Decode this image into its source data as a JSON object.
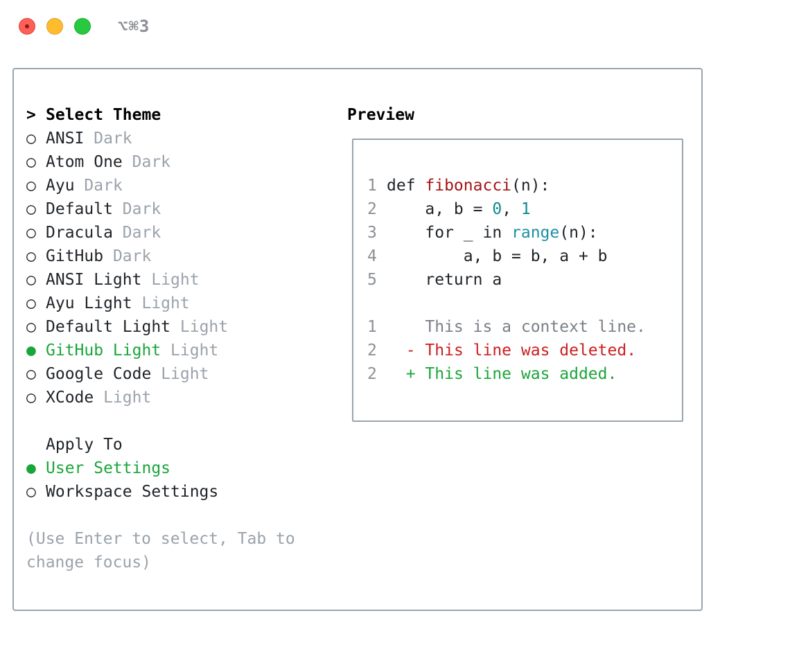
{
  "window": {
    "shortcut": "⌥⌘3"
  },
  "themes": {
    "heading_marker": ">",
    "heading": "Select Theme",
    "items": [
      {
        "name": "ANSI",
        "variant": "Dark",
        "selected": false
      },
      {
        "name": "Atom One",
        "variant": "Dark",
        "selected": false
      },
      {
        "name": "Ayu",
        "variant": "Dark",
        "selected": false
      },
      {
        "name": "Default",
        "variant": "Dark",
        "selected": false
      },
      {
        "name": "Dracula",
        "variant": "Dark",
        "selected": false
      },
      {
        "name": "GitHub",
        "variant": "Dark",
        "selected": false
      },
      {
        "name": "ANSI Light",
        "variant": "Light",
        "selected": false
      },
      {
        "name": "Ayu Light",
        "variant": "Light",
        "selected": false
      },
      {
        "name": "Default Light",
        "variant": "Light",
        "selected": false
      },
      {
        "name": "GitHub Light",
        "variant": "Light",
        "selected": true
      },
      {
        "name": "Google Code",
        "variant": "Light",
        "selected": false
      },
      {
        "name": "XCode",
        "variant": "Light",
        "selected": false
      }
    ],
    "radio_on": "●",
    "radio_off": "○"
  },
  "apply_to": {
    "heading": "Apply To",
    "items": [
      {
        "label": "User Settings",
        "selected": true
      },
      {
        "label": "Workspace Settings",
        "selected": false
      }
    ]
  },
  "hint": {
    "line1": "(Use Enter to select, Tab to",
    "line2": "change focus)"
  },
  "preview": {
    "title": "Preview",
    "code": [
      {
        "n": "1",
        "text": "def fibonacci(n):"
      },
      {
        "n": "2",
        "text": "    a, b = 0, 1"
      },
      {
        "n": "3",
        "text": "    for _ in range(n):"
      },
      {
        "n": "4",
        "text": "        a, b = b, a + b"
      },
      {
        "n": "5",
        "text": "    return a"
      }
    ],
    "diff": [
      {
        "n": "1",
        "text": "This is a context line.",
        "kind": "context"
      },
      {
        "n": "2",
        "text": "- This line was deleted.",
        "kind": "deleted"
      },
      {
        "n": "2",
        "text": "+ This line was added.",
        "kind": "added"
      }
    ]
  },
  "colors": {
    "selected": "#1aa53a",
    "dim": "#9aa2ab",
    "function": "#a31515",
    "number": "#0b8a8f",
    "builtin": "#1c8fa6",
    "deleted": "#cc1e1e",
    "added": "#1aa53a",
    "border": "#9aa4ad"
  }
}
